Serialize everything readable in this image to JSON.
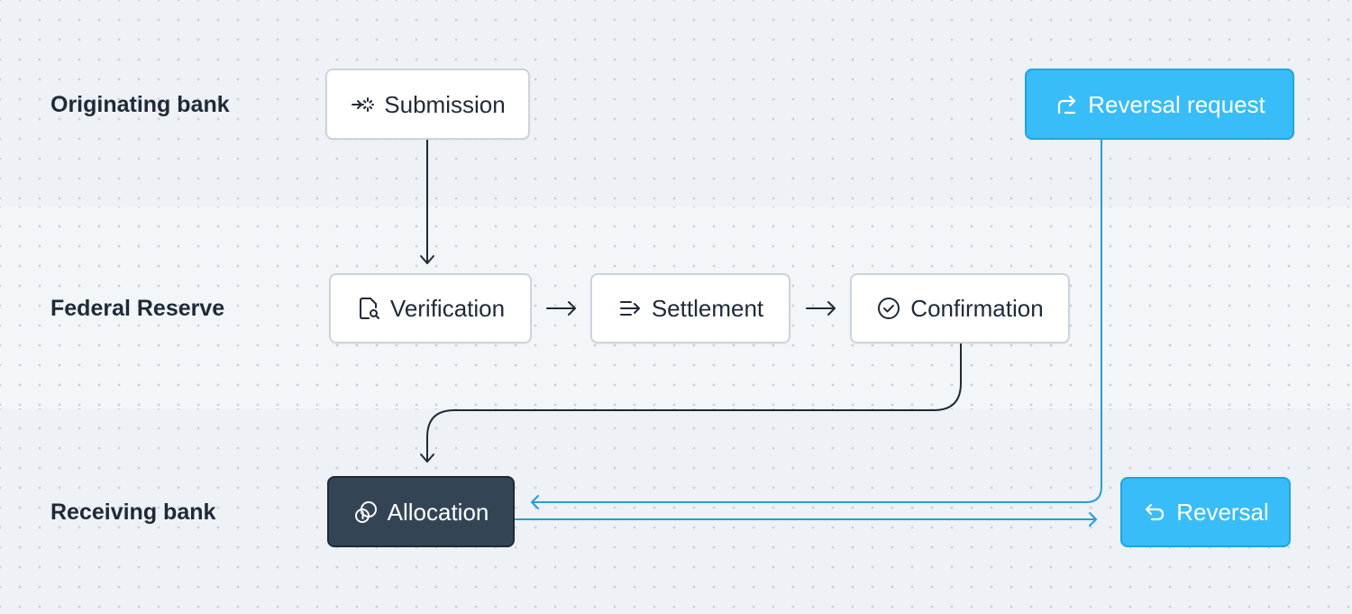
{
  "lanes": [
    {
      "label": "Originating bank"
    },
    {
      "label": "Federal Reserve"
    },
    {
      "label": "Receiving bank"
    }
  ],
  "nodes": {
    "submission": {
      "label": "Submission",
      "icon": "sparkle-arrow-icon"
    },
    "verification": {
      "label": "Verification",
      "icon": "document-search-icon"
    },
    "settlement": {
      "label": "Settlement",
      "icon": "transfer-arrows-icon"
    },
    "confirmation": {
      "label": "Confirmation",
      "icon": "check-circle-icon"
    },
    "allocation": {
      "label": "Allocation",
      "icon": "coins-icon"
    },
    "reversal_request": {
      "label": "Reversal request",
      "icon": "redo-arrow-icon"
    },
    "reversal": {
      "label": "Reversal",
      "icon": "undo-arrow-icon"
    }
  },
  "colors": {
    "accent_blue": "#38bdf8",
    "dark_node": "#334555",
    "connector_dark": "#1f2a37",
    "connector_blue": "#2a9bd6"
  }
}
